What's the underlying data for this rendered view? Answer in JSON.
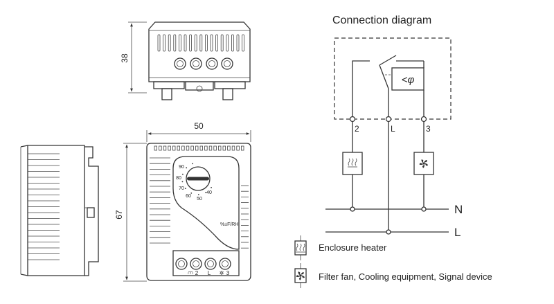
{
  "connection_title": "Connection diagram",
  "dimensions": {
    "height_top": "38",
    "width": "50",
    "height_front": "67"
  },
  "front_panel": {
    "dial_scale": [
      "90",
      "80",
      "70",
      "60",
      "50",
      "40"
    ],
    "dial_unit": "%±F/RH",
    "terminals": [
      "2",
      "L",
      "3"
    ],
    "heater_symbol": "⩋",
    "fan_symbol": "✲"
  },
  "wiring": {
    "terminals": [
      "2",
      "L",
      "3"
    ],
    "lines": [
      "N",
      "L"
    ],
    "sensor_label": "<φ"
  },
  "legend": [
    {
      "symbol": "heater",
      "text": "Enclosure heater"
    },
    {
      "symbol": "fan",
      "text": "Filter fan, Cooling equipment, Signal device"
    }
  ]
}
